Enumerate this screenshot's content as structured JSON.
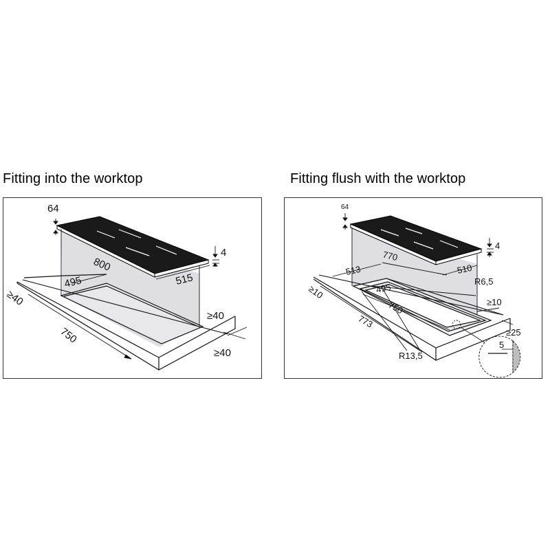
{
  "titles": {
    "left": "Fitting into the worktop",
    "right": "Fitting flush with the worktop"
  },
  "left_dims": {
    "hob_height": "64",
    "glass_thickness": "4",
    "hob_width": "800",
    "hob_depth": "515",
    "cutout_depth": "495",
    "cutout_width": "750",
    "front_clearance": "≥40",
    "side_clearance": "≥40",
    "back_clearance": "≥40"
  },
  "right_dims": {
    "hob_height": "64",
    "glass_thickness": "4",
    "hob_width": "770",
    "hob_depth": "510",
    "rebate_depth": "513",
    "cutout_depth": "495",
    "cutout_width": "750",
    "rebate_width": "773",
    "inner_radius": "R6,5",
    "outer_radius": "R13,5",
    "front_clearance": "≥10",
    "side_clearance": "≥10",
    "worktop_thickness": "≥25",
    "rebate_step": "5"
  }
}
